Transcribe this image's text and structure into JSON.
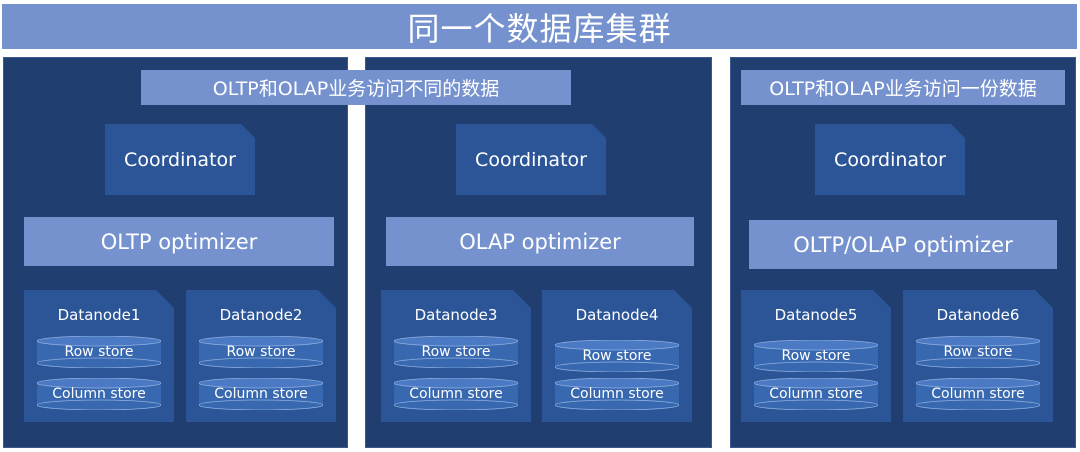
{
  "title": "同一个数据库集群",
  "left": {
    "subtitle": "OLTP和OLAP业务访问不同的数据",
    "groups": [
      {
        "coordinator": "Coordinator",
        "optimizer": "OLTP optimizer",
        "datanodes": [
          {
            "name": "Datanode1",
            "row": "Row store",
            "column": "Column store"
          },
          {
            "name": "Datanode2",
            "row": "Row store",
            "column": "Column store"
          }
        ]
      },
      {
        "coordinator": "Coordinator",
        "optimizer": "OLAP optimizer",
        "datanodes": [
          {
            "name": "Datanode3",
            "row": "Row store",
            "column": "Column store"
          },
          {
            "name": "Datanode4",
            "row": "Row store",
            "column": "Column store"
          }
        ]
      }
    ]
  },
  "right": {
    "subtitle": "OLTP和OLAP业务访问一份数据",
    "coordinator": "Coordinator",
    "optimizer": "OLTP/OLAP optimizer",
    "datanodes": [
      {
        "name": "Datanode5",
        "row": "Row store",
        "column": "Column store"
      },
      {
        "name": "Datanode6",
        "row": "Row store",
        "column": "Column store"
      }
    ]
  },
  "colors": {
    "panel": "#203f70",
    "accent": "#7592cf",
    "node": "#2c5597",
    "cylinder_top": "#4b79c4",
    "cylinder_body": "#3868b0"
  }
}
